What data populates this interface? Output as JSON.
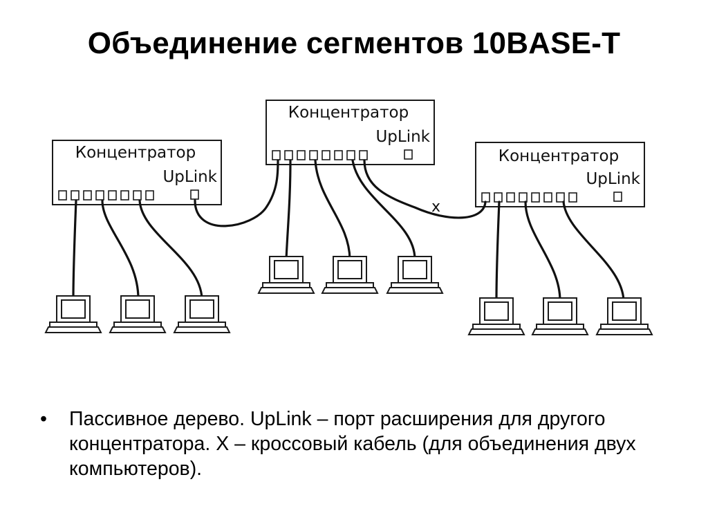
{
  "slide": {
    "title": "Объединение сегментов 10BASE-T",
    "bullet_mark": "•",
    "bullets": [
      "Пассивное дерево. UpLink – порт расширения для другого концентратора. X – кроссовый кабель (для объединения двух компьютеров)."
    ]
  },
  "diagram": {
    "hub_label": "Концентратор",
    "uplink_label": "UpLink",
    "crossover_mark": "x",
    "hubs": [
      {
        "id": "hub-left",
        "label": "Концентратор",
        "uplink": "UpLink"
      },
      {
        "id": "hub-center",
        "label": "Концентратор",
        "uplink": "UpLink"
      },
      {
        "id": "hub-right",
        "label": "Концентратор",
        "uplink": "UpLink"
      }
    ],
    "computers_per_hub": 3
  }
}
